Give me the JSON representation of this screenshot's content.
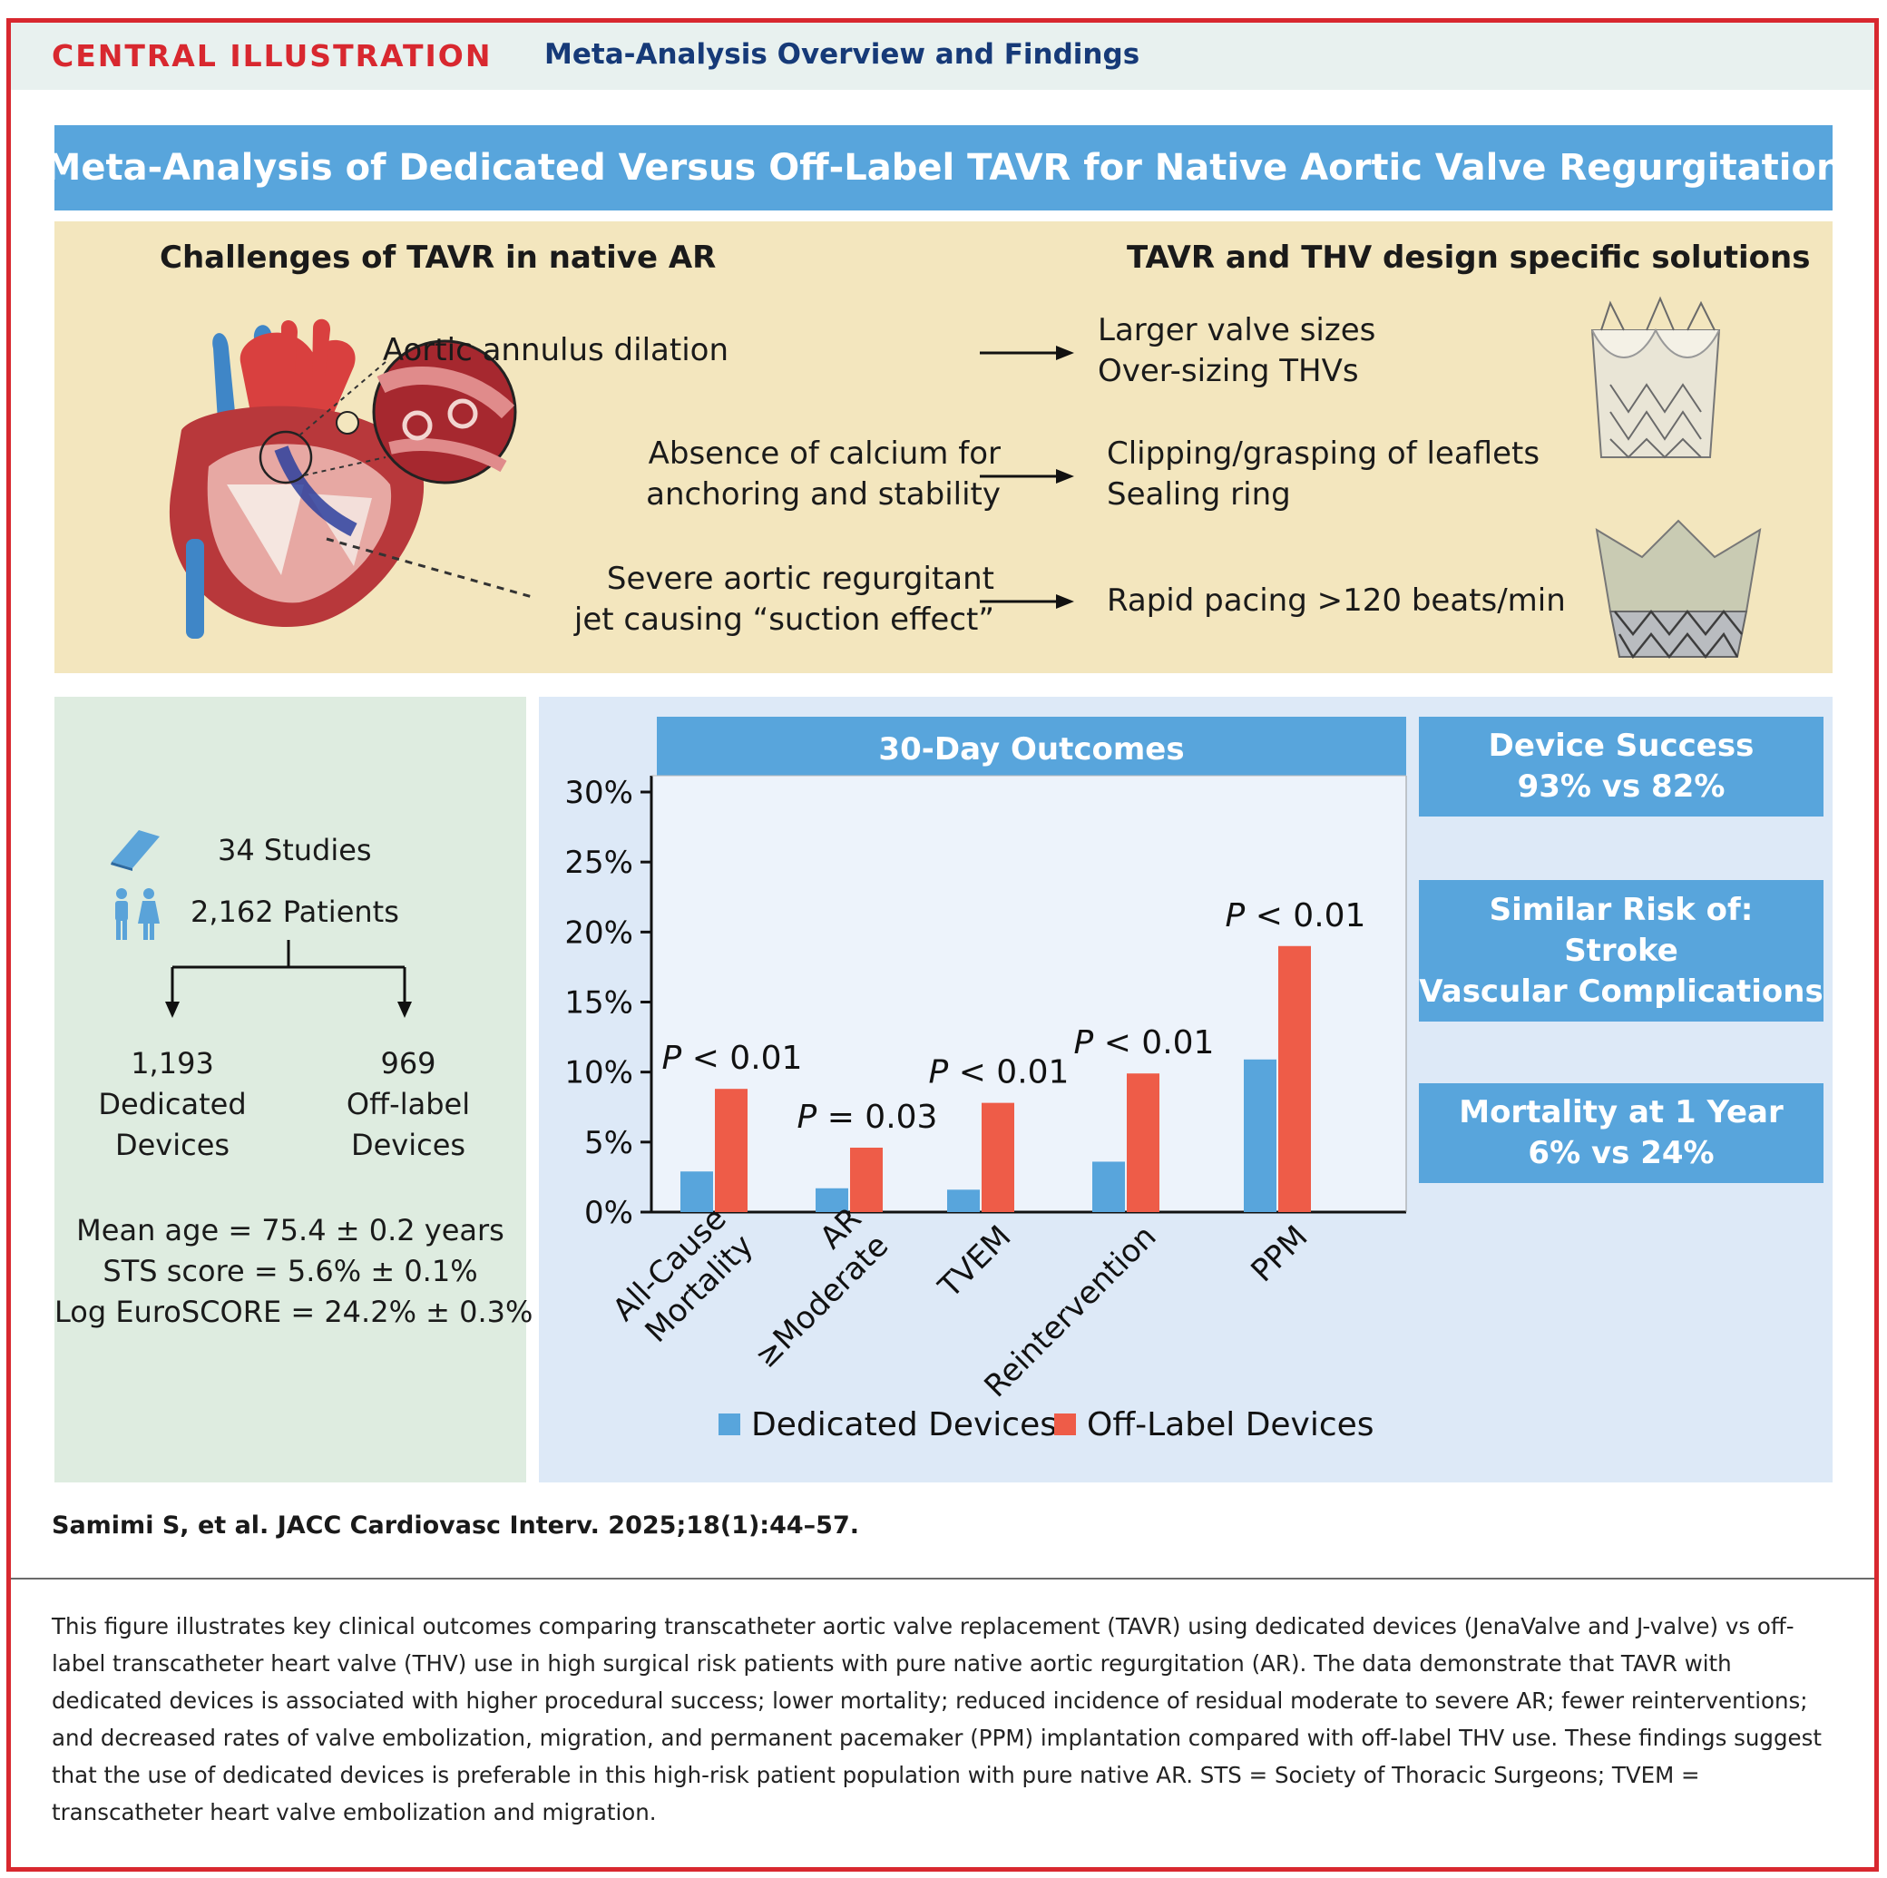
{
  "header": {
    "label": "CENTRAL ILLUSTRATION",
    "title": "Meta-Analysis Overview and Findings"
  },
  "banner": {
    "title": "Meta-Analysis of Dedicated Versus Off-Label TAVR for Native Aortic Valve Regurgitation"
  },
  "challenges": {
    "left_heading": "Challenges of TAVR in native AR",
    "right_heading": "TAVR and THV design specific solutions",
    "rows": [
      {
        "challenge": [
          "Aortic annulus dilation"
        ],
        "solution": [
          "Larger valve sizes",
          "Over-sizing THVs"
        ]
      },
      {
        "challenge": [
          "Absence of calcium for",
          "anchoring and stability"
        ],
        "solution": [
          "Clipping/grasping of leaflets",
          "Sealing ring"
        ]
      },
      {
        "challenge": [
          "Severe aortic regurgitant",
          "jet causing “suction effect”"
        ],
        "solution": [
          "Rapid pacing >120 beats/min"
        ]
      }
    ]
  },
  "stats": {
    "studies": "34 Studies",
    "patients": "2,162 Patients",
    "dedicated": [
      "1,193",
      "Dedicated",
      "Devices"
    ],
    "offlabel": [
      "969",
      "Off-label",
      "Devices"
    ],
    "mean_age": "Mean age = 75.4 ± 0.2 years",
    "sts": "STS score = 5.6% ± 0.1%",
    "euroscore": "Log EuroSCORE = 24.2% ± 0.3%"
  },
  "results": {
    "device_success": [
      "Device Success",
      "93% vs 82%"
    ],
    "similar_risk": [
      "Similar Risk of:",
      "Stroke",
      "Vascular Complications"
    ],
    "mortality": [
      "Mortality at 1 Year",
      "6% vs 24%"
    ]
  },
  "chart_data": {
    "type": "bar",
    "title": "30-Day Outcomes",
    "categories": [
      [
        "All-Cause",
        "Mortality"
      ],
      [
        "AR",
        "≥Moderate"
      ],
      [
        "TVEM"
      ],
      [
        "Reintervention"
      ],
      [
        "PPM"
      ]
    ],
    "series": [
      {
        "name": "Dedicated Devices",
        "color": "#58a5dc",
        "values": [
          2.9,
          1.7,
          1.6,
          3.6,
          10.9
        ]
      },
      {
        "name": "Off-Label Devices",
        "color": "#ee5c48",
        "values": [
          8.8,
          4.6,
          7.8,
          9.9,
          19.0
        ]
      }
    ],
    "p_values": [
      [
        "P",
        " < 0.01"
      ],
      [
        "P",
        " = 0.03"
      ],
      [
        "P",
        " < 0.01"
      ],
      [
        "P",
        " < 0.01"
      ],
      [
        "P",
        " < 0.01"
      ]
    ],
    "yticks": [
      "0%",
      "5%",
      "10%",
      "15%",
      "20%",
      "25%",
      "30%"
    ],
    "ylim": [
      0,
      30
    ],
    "grid": false,
    "legend_position": "bottom"
  },
  "citation": "Samimi S, et al. JACC Cardiovasc Interv. 2025;18(1):44–57.",
  "caption": "This figure illustrates key clinical outcomes comparing transcatheter aortic valve replacement (TAVR) using dedicated devices (JenaValve and J-valve) vs off-label transcatheter heart valve (THV) use in high surgical risk patients with pure native aortic regurgitation (AR). The data demonstrate that TAVR with dedicated devices is associated with higher procedural success; lower mortality; reduced incidence of residual moderate to severe AR; fewer reinterventions; and decreased rates of valve embolization, migration, and permanent pacemaker (PPM) implantation compared with off-label THV use. These findings suggest that the use of dedicated devices is preferable in this high-risk patient population with pure native AR. STS = Society of Thoracic Surgeons; TVEM = transcatheter heart valve embolization and migration."
}
